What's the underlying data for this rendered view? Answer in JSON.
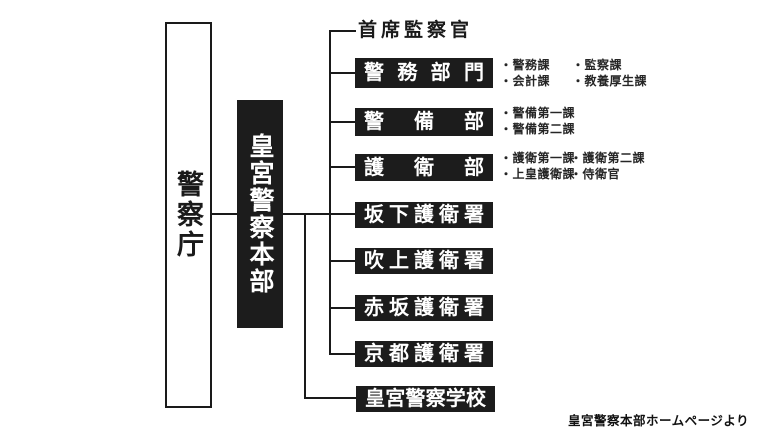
{
  "colors": {
    "background": "#ffffff",
    "box_fill": "#1c1c1c",
    "box_text": "#ffffff",
    "line": "#1a1a1a",
    "sub_text": "#262626"
  },
  "root": {
    "label": "警察庁"
  },
  "hq": {
    "label": "皇宮警察本部"
  },
  "inspector": {
    "label": "首席監察官"
  },
  "departments": [
    {
      "label": "警務部門",
      "sub_columns": [
        [
          "・警務課",
          "・会計課"
        ],
        [
          "・監察課",
          "・教養厚生課"
        ]
      ]
    },
    {
      "label": "警備部",
      "sub_columns": [
        [
          "・警備第一課",
          "・警備第二課"
        ]
      ]
    },
    {
      "label": "護衛部",
      "sub_columns": [
        [
          "・護衛第一課",
          "・上皇護衛課"
        ],
        [
          "・護衛第二課",
          "・侍衛官"
        ]
      ]
    }
  ],
  "stations": [
    {
      "label": "坂下護衛署"
    },
    {
      "label": "吹上護衛署"
    },
    {
      "label": "赤坂護衛署"
    },
    {
      "label": "京都護衛署"
    }
  ],
  "school": {
    "label": "皇宮警察学校"
  },
  "caption": "皇宮警察本部ホームページより"
}
